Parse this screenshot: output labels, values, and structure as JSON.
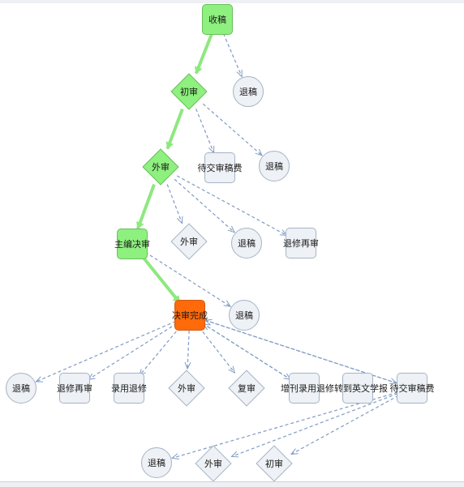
{
  "nodes": {
    "n_submit": "收稿",
    "n_reject1": "退稿",
    "n_initial": "初审",
    "n_fee1": "待交审稿费",
    "n_reject2": "退稿",
    "n_external": "外审",
    "n_external2": "外审",
    "n_reject3": "退稿",
    "n_revise1": "退修再审",
    "n_editor": "主编决审",
    "n_done": "决审完成",
    "n_reject4": "退稿",
    "n_reject5": "退稿",
    "n_revise2": "退修再审",
    "n_accept": "录用退修",
    "n_external3": "外审",
    "n_review": "复审",
    "n_supplement": "增刊录用退修转到英文学报",
    "n_fee2": "待交审稿费",
    "n_reject6": "退稿",
    "n_external4": "外审",
    "n_initial2": "初审"
  },
  "colors": {
    "active_node": "#8ef07f",
    "current_node": "#ff6a0a",
    "inactive_node": "#eef1f5",
    "active_path": "#8ee87f",
    "inactive_path": "#7f9bc4"
  },
  "edges": [
    {
      "from": "n_submit",
      "to": "n_initial",
      "active": true
    },
    {
      "from": "n_submit",
      "to": "n_reject1",
      "active": false
    },
    {
      "from": "n_initial",
      "to": "n_external",
      "active": true
    },
    {
      "from": "n_initial",
      "to": "n_fee1",
      "active": false
    },
    {
      "from": "n_initial",
      "to": "n_reject2",
      "active": false
    },
    {
      "from": "n_external",
      "to": "n_editor",
      "active": true
    },
    {
      "from": "n_external",
      "to": "n_external2",
      "active": false
    },
    {
      "from": "n_external",
      "to": "n_reject3",
      "active": false
    },
    {
      "from": "n_external",
      "to": "n_revise1",
      "active": false
    },
    {
      "from": "n_editor",
      "to": "n_done",
      "active": true
    },
    {
      "from": "n_editor",
      "to": "n_reject4",
      "active": false
    },
    {
      "from": "n_done",
      "to": "n_reject5",
      "active": false
    },
    {
      "from": "n_done",
      "to": "n_revise2",
      "active": false
    },
    {
      "from": "n_done",
      "to": "n_accept",
      "active": false
    },
    {
      "from": "n_done",
      "to": "n_external3",
      "active": false
    },
    {
      "from": "n_done",
      "to": "n_review",
      "active": false
    },
    {
      "from": "n_done",
      "to": "n_supplement",
      "active": false
    },
    {
      "from": "n_supplement",
      "to": "n_done",
      "active": false
    },
    {
      "from": "n_done",
      "to": "n_fee2",
      "active": false
    },
    {
      "from": "n_fee2",
      "to": "n_done",
      "active": false
    },
    {
      "from": "n_fee2",
      "to": "n_reject6",
      "active": false
    },
    {
      "from": "n_fee2",
      "to": "n_external4",
      "active": false
    },
    {
      "from": "n_fee2",
      "to": "n_initial2",
      "active": false
    }
  ]
}
